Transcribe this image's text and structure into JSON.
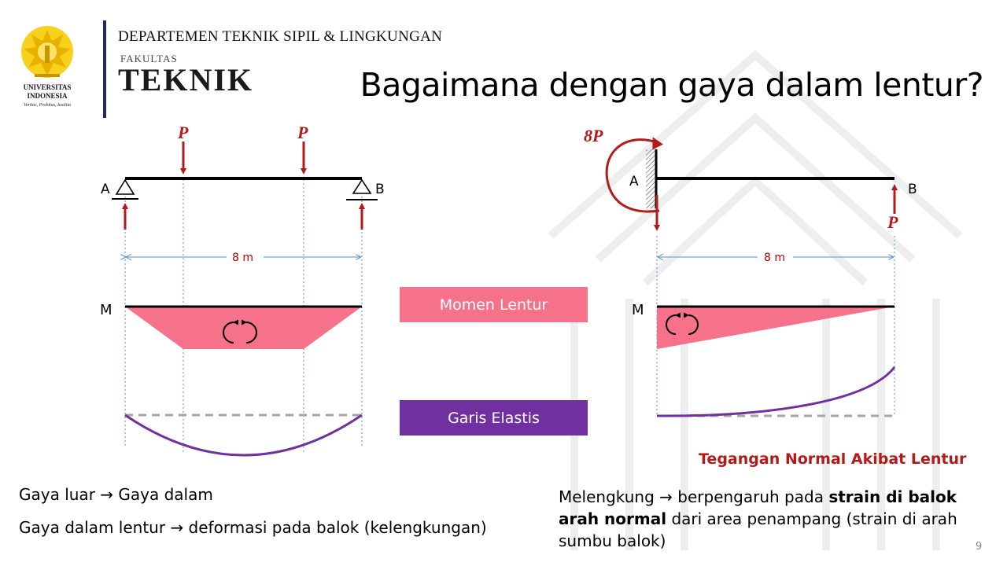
{
  "header": {
    "logo_line1": "UNIVERSITAS",
    "logo_line2": "INDONESIA",
    "logo_motto": "Veritas, Probitas, Iustitia",
    "department": "DEPARTEMEN TEKNIK SIPIL & LINGKUNGAN",
    "faculty_small": "FAKULTAS",
    "faculty_big": "TEKNIK"
  },
  "title": "Bagaimana dengan gaya dalam lentur?",
  "left_diagram": {
    "load_labels": [
      "P",
      "P"
    ],
    "support_a": "A",
    "support_b": "B",
    "span": "8 m",
    "moment_label": "M"
  },
  "right_diagram": {
    "moment_load": "8P",
    "support_a": "A",
    "end_b": "B",
    "load_label": "P",
    "span": "8 m",
    "moment_label": "M"
  },
  "labels": {
    "momen": "Momen Lentur",
    "garis": "Garis Elastis"
  },
  "right_heading": "Tegangan Normal Akibat Lentur",
  "left_text": {
    "line1": "Gaya luar → Gaya dalam",
    "line2": "Gaya dalam lentur → deformasi pada balok (kelengkungan)"
  },
  "right_text": {
    "part1": "Melengkung → berpengaruh pada ",
    "bold1": "strain di balok arah normal",
    "part2": " dari area penampang (strain di arah sumbu balok)"
  },
  "page_number": "9",
  "colors": {
    "load_red": "#b31b1b",
    "moment_pink": "#f5728a",
    "elastic_purple": "#7030a0",
    "dim_blue": "#4f8fd6",
    "header_bar": "#1f2a66"
  }
}
